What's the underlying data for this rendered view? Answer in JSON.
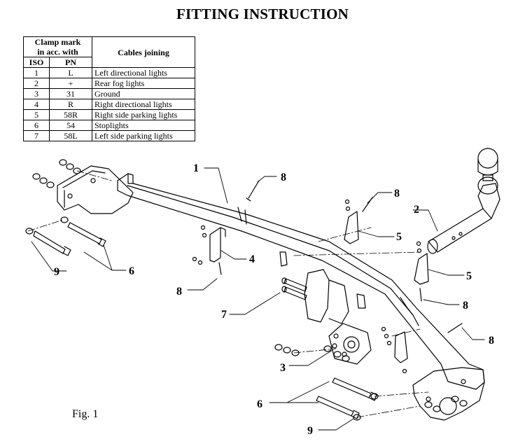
{
  "title": "FITTING INSTRUCTION",
  "table": {
    "header_left": [
      "Clamp mark",
      "in acc. with"
    ],
    "header_right": "Cables joining",
    "sub_iso": "ISO",
    "sub_pn": "PN",
    "rows": [
      {
        "iso": "1",
        "pn": "L",
        "desc": "Left directional lights"
      },
      {
        "iso": "2",
        "pn": "+",
        "desc": "Rear fog lights"
      },
      {
        "iso": "3",
        "pn": "31",
        "desc": "Ground"
      },
      {
        "iso": "4",
        "pn": "R",
        "desc": "Right directional lights"
      },
      {
        "iso": "5",
        "pn": "58R",
        "desc": "Right side parking lights"
      },
      {
        "iso": "6",
        "pn": "54",
        "desc": "Stoplights"
      },
      {
        "iso": "7",
        "pn": "58L",
        "desc": "Left side parking lights"
      }
    ]
  },
  "figure_label": "Fig. 1",
  "callouts": [
    "1",
    "2",
    "3",
    "4",
    "5",
    "5",
    "6",
    "6",
    "7",
    "8",
    "8",
    "8",
    "8",
    "8",
    "9",
    "9"
  ]
}
